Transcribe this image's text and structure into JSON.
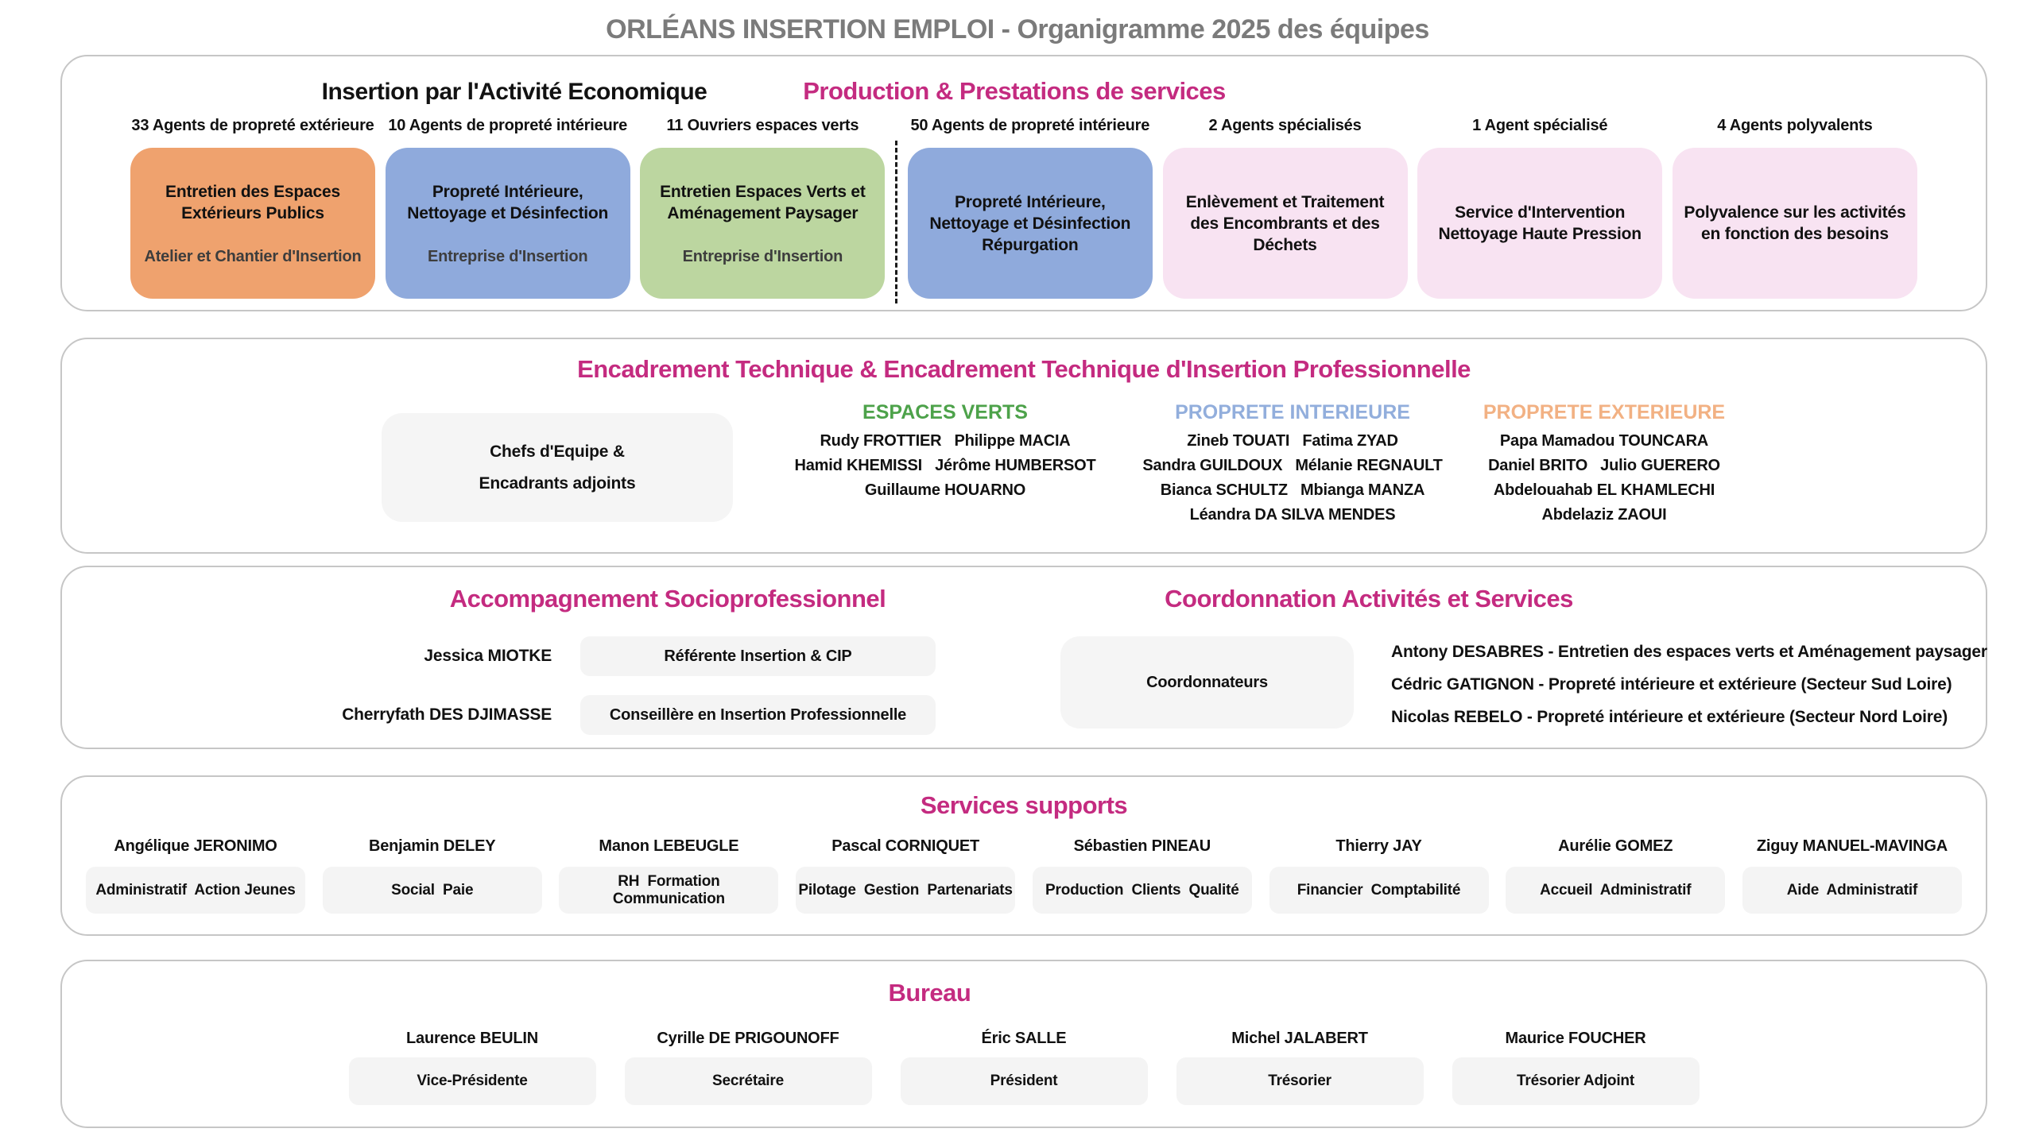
{
  "page_title": "ORLÉANS INSERTION EMPLOI - Organigramme 2025 des équipes",
  "colors": {
    "accent_pink": "#c42b80",
    "box_orange": "#efa26e",
    "box_blue": "#8faadc",
    "box_green": "#bcd6a0",
    "box_light_pink": "#f8e3f2",
    "role_box_gray": "#f4f4f4",
    "team_header_green": "#4da24a",
    "team_header_light_blue": "#92aedc",
    "team_header_light_orange": "#f2b183"
  },
  "production": {
    "group_left_title": "Insertion par l'Activité Economique",
    "group_right_title": "Production & Prestations de services",
    "columns": [
      {
        "count_label": "33 Agents de propreté extérieure",
        "title": "Entretien des Espaces\nExtérieurs Publics",
        "subtitle": "Atelier et Chantier d'Insertion"
      },
      {
        "count_label": "10 Agents de propreté intérieure",
        "title": "Propreté Intérieure,\nNettoyage et Désinfection",
        "subtitle": "Entreprise d'Insertion"
      },
      {
        "count_label": "11 Ouvriers espaces verts",
        "title": "Entretien Espaces Verts et\nAménagement Paysager",
        "subtitle": "Entreprise d'Insertion"
      },
      {
        "count_label": "50 Agents de propreté intérieure",
        "title": "Propreté Intérieure,\nNettoyage et Désinfection\nRépurgation",
        "subtitle": ""
      },
      {
        "count_label": "2 Agents spécialisés",
        "title": "Enlèvement et Traitement\ndes Encombrants et des\nDéchets",
        "subtitle": ""
      },
      {
        "count_label": "1 Agent spécialisé",
        "title": "Service d'Intervention\nNettoyage Haute Pression",
        "subtitle": ""
      },
      {
        "count_label": "4 Agents polyvalents",
        "title": "Polyvalence sur les activités\nen fonction des besoins",
        "subtitle": ""
      }
    ]
  },
  "encadrement": {
    "title": "Encadrement Technique & Encadrement Technique d'Insertion Professionnelle",
    "chefs_box": "Chefs d'Equipe &\nEncadrants adjoints",
    "teams": [
      {
        "header": "ESPACES VERTS",
        "lines": [
          "Rudy FROTTIER   Philippe MACIA",
          "Hamid KHEMISSI   Jérôme HUMBERSOT",
          "Guillaume HOUARNO",
          ""
        ]
      },
      {
        "header": "PROPRETE INTERIEURE",
        "lines": [
          "Zineb TOUATI   Fatima ZYAD",
          "Sandra GUILDOUX   Mélanie REGNAULT",
          "Bianca SCHULTZ   Mbianga MANZA",
          "Léandra DA SILVA MENDES"
        ]
      },
      {
        "header": "PROPRETE EXTERIEURE",
        "lines": [
          "Papa Mamadou TOUNCARA",
          "Daniel BRITO   Julio GUERERO",
          "Abdelouahab EL KHAMLECHI",
          "Abdelaziz ZAOUI"
        ]
      }
    ]
  },
  "accompagnement": {
    "title": "Accompagnement Socioprofessionnel",
    "rows": [
      {
        "name": "Jessica MIOTKE",
        "role": "Référente Insertion & CIP"
      },
      {
        "name": "Cherryfath DES DJIMASSE",
        "role": "Conseillère en Insertion Professionnelle"
      }
    ]
  },
  "coordination": {
    "title": "Coordonnation Activités et Services",
    "box_label": "Coordonnateurs",
    "lines": [
      "Antony DESABRES - Entretien des espaces verts et Aménagement paysager",
      "Cédric GATIGNON - Propreté intérieure et extérieure (Secteur Sud Loire)",
      "Nicolas REBELO - Propreté intérieure et extérieure (Secteur Nord Loire)"
    ]
  },
  "services_supports": {
    "title": "Services supports",
    "items": [
      {
        "name": "Angélique JERONIMO",
        "role": "Administratif  Action Jeunes"
      },
      {
        "name": "Benjamin DELEY",
        "role": "Social  Paie"
      },
      {
        "name": "Manon LEBEUGLE",
        "role": "RH  Formation  Communication"
      },
      {
        "name": "Pascal CORNIQUET",
        "role": "Pilotage  Gestion  Partenariats"
      },
      {
        "name": "Sébastien PINEAU",
        "role": "Production  Clients  Qualité"
      },
      {
        "name": "Thierry JAY",
        "role": "Financier  Comptabilité"
      },
      {
        "name": "Aurélie GOMEZ",
        "role": "Accueil  Administratif"
      },
      {
        "name": "Ziguy MANUEL-MAVINGA",
        "role": "Aide  Administratif"
      }
    ]
  },
  "bureau": {
    "title": "Bureau",
    "items": [
      {
        "name": "Laurence BEULIN",
        "role": "Vice-Présidente"
      },
      {
        "name": "Cyrille DE PRIGOUNOFF",
        "role": "Secrétaire"
      },
      {
        "name": "Éric SALLE",
        "role": "Président"
      },
      {
        "name": "Michel JALABERT",
        "role": "Trésorier"
      },
      {
        "name": "Maurice FOUCHER",
        "role": "Trésorier Adjoint"
      }
    ]
  }
}
